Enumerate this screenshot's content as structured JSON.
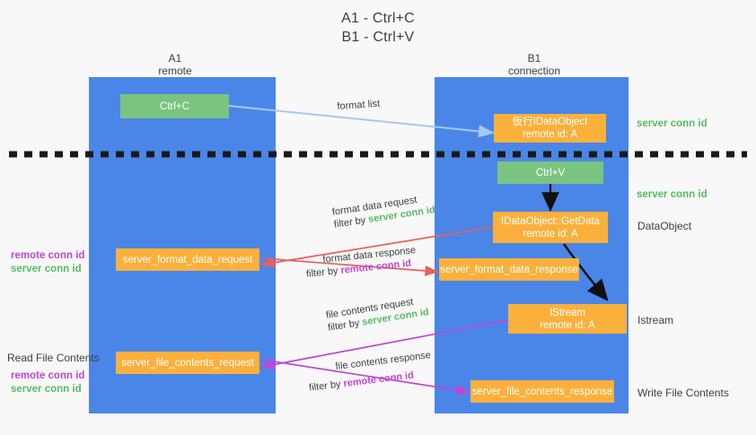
{
  "title": {
    "line1": "A1 - Ctrl+C",
    "line2": "B1 - Ctrl+V"
  },
  "colors": {
    "lane": "#4a86e8",
    "green_box": "#7ac47f",
    "orange_box": "#fbb03b",
    "server_conn": "#57bb63",
    "remote_conn": "#c045d6",
    "arrow_blue": "#a4c8f0",
    "arrow_red": "#e8605d",
    "arrow_purple": "#c045d6",
    "arrow_black": "#1a1a1a",
    "background": "#f8f8f8"
  },
  "lanes": [
    {
      "id": "a1",
      "title": "A1",
      "subtitle": "remote"
    },
    {
      "id": "b1",
      "title": "B1",
      "subtitle": "connection"
    }
  ],
  "boxes": {
    "ctrl_c": {
      "label": "Ctrl+C",
      "style": "green"
    },
    "idataobject": {
      "line1": "仮行IDataObject",
      "line2": "remote id: A",
      "style": "orange"
    },
    "ctrl_v": {
      "label": "Ctrl+V",
      "style": "green"
    },
    "getdata": {
      "line1": "IDataObject::GetData",
      "line2": "remote id: A",
      "style": "orange"
    },
    "fmt_req": {
      "label": "server_format_data_request",
      "style": "orange"
    },
    "fmt_resp": {
      "label": "server_format_data_response",
      "style": "orange"
    },
    "istream": {
      "line1": "IStream",
      "line2": "remote id: A",
      "style": "orange"
    },
    "file_req": {
      "label": "server_file_contents_request",
      "style": "orange"
    },
    "file_resp": {
      "label": "server_file_contents_response",
      "style": "orange"
    }
  },
  "edge_labels": {
    "format_list": {
      "text": "format list"
    },
    "fmt_data_request": {
      "line1": "format data request",
      "filter_prefix": "filter by ",
      "filter_key": "server conn id",
      "filter_kind": "server"
    },
    "fmt_data_response": {
      "line1": "format data response",
      "filter_prefix": "filter by ",
      "filter_key": "remote conn id",
      "filter_kind": "remote"
    },
    "file_contents_request": {
      "line1": "file contents request",
      "filter_prefix": "filter by ",
      "filter_key": "server conn id",
      "filter_kind": "server"
    },
    "file_contents_response": {
      "line1": "file contents response",
      "filter_prefix": "filter by ",
      "filter_key": "remote conn id",
      "filter_kind": "remote"
    }
  },
  "right_labels": {
    "server_conn_1": "server conn id",
    "server_conn_2": "server conn id",
    "dataobject": "DataObject",
    "istream": "Istream",
    "write_file_contents": "Write File Contents"
  },
  "left_labels": {
    "remote_conn_1": "remote conn id",
    "server_conn_1": "server conn id",
    "read_file_contents": "Read File Contents",
    "remote_conn_2": "remote conn id",
    "server_conn_2": "server conn id"
  }
}
